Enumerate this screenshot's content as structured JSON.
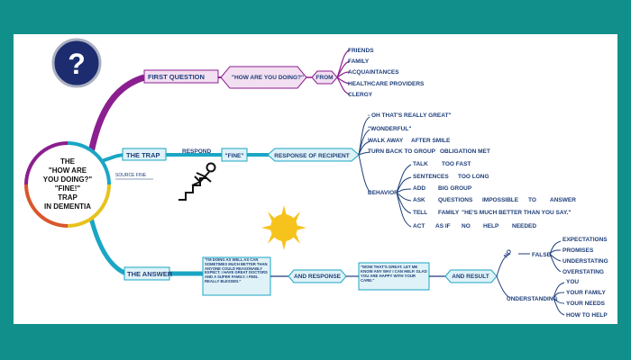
{
  "center": {
    "lines": [
      "THE",
      "\"HOW ARE",
      "YOU DOING?\"",
      "\"FINE!\"",
      "TRAP",
      "IN DEMENTIA"
    ]
  },
  "question_icon": "?",
  "branch1": {
    "title": "FIRST QUESTION",
    "quote": "\"HOW ARE YOU DOING?\"",
    "from": "FROM",
    "sources": [
      "FRIENDS",
      "FAMILY",
      "ACQUAINTANCES",
      "HEALTHCARE PROVIDERS",
      "CLERGY"
    ]
  },
  "branch2": {
    "title": "THE TRAP",
    "respond": "RESPOND",
    "fine": "\"FINE\"",
    "response_of_recipient": "RESPONSE OF RECIPIENT",
    "responses": [
      "- OH THAT'S REALLY GREAT\"",
      "\"WONDERFUL\"",
      "WALK AWAY",
      "AFTER SMILE",
      "TURN BACK TO GROUP",
      "OBLIGATION MET"
    ],
    "behavior": "BEHAVIOR",
    "talk": "TALK",
    "too_fast": "TOO FAST",
    "sentences": "SENTENCES",
    "too_long": "TOO LONG",
    "add": "ADD",
    "big_group": "BIG GROUP",
    "ask": "ASK",
    "questions": "QUESTIONS",
    "impossible": "IMPOSSIBLE",
    "to": "TO",
    "answer": "ANSWER",
    "tell": "TELL",
    "family": "FAMILY",
    "hes_better": "\"HE'S MUCH BETTER THAN YOU SAY.\"",
    "act": "ACT",
    "as_if": "AS IF",
    "no": "NO",
    "help": "HELP",
    "needed": "NEEDED",
    "small_note": "SOURCE FINE"
  },
  "branch3": {
    "title": "THE ANSWER",
    "quote_box": "\"I'M DOING AS WELL AS CAN SOMETIMES MUCH BETTER THAN ANYONE COULD REASONABLY EXPECT. I HAVE GREAT DOCTORS AND A SUPER FAMILY. I FEEL REALLY BLESSED.\"",
    "and_response": "AND RESPONSE",
    "wow_box": "\"WOW THAT'S GREAT. LET ME KNOW ANY WAY I CAN HELP. GLAD YOU ARE HAPPY WITH YOUR CARE.\"",
    "and_result": "AND RESULT",
    "no": "NO",
    "false": "FALSE",
    "false_items": [
      "EXPECTATIONS",
      "PROMISES",
      "UNDERSTATING",
      "OVERSTATING"
    ],
    "understanding": "UNDERSTANDING",
    "understanding_items": [
      "YOU",
      "YOUR FAMILY",
      "YOUR NEEDS",
      "HOW TO HELP"
    ]
  },
  "colors": {
    "background": "#118f8b",
    "purple": "#8b1f8f",
    "teal": "#1aa6c4",
    "navy": "#1f3f7a",
    "label": "#1f3f7a"
  },
  "icons": [
    "question-mark-icon",
    "falling-person-icon",
    "sun-icon"
  ]
}
